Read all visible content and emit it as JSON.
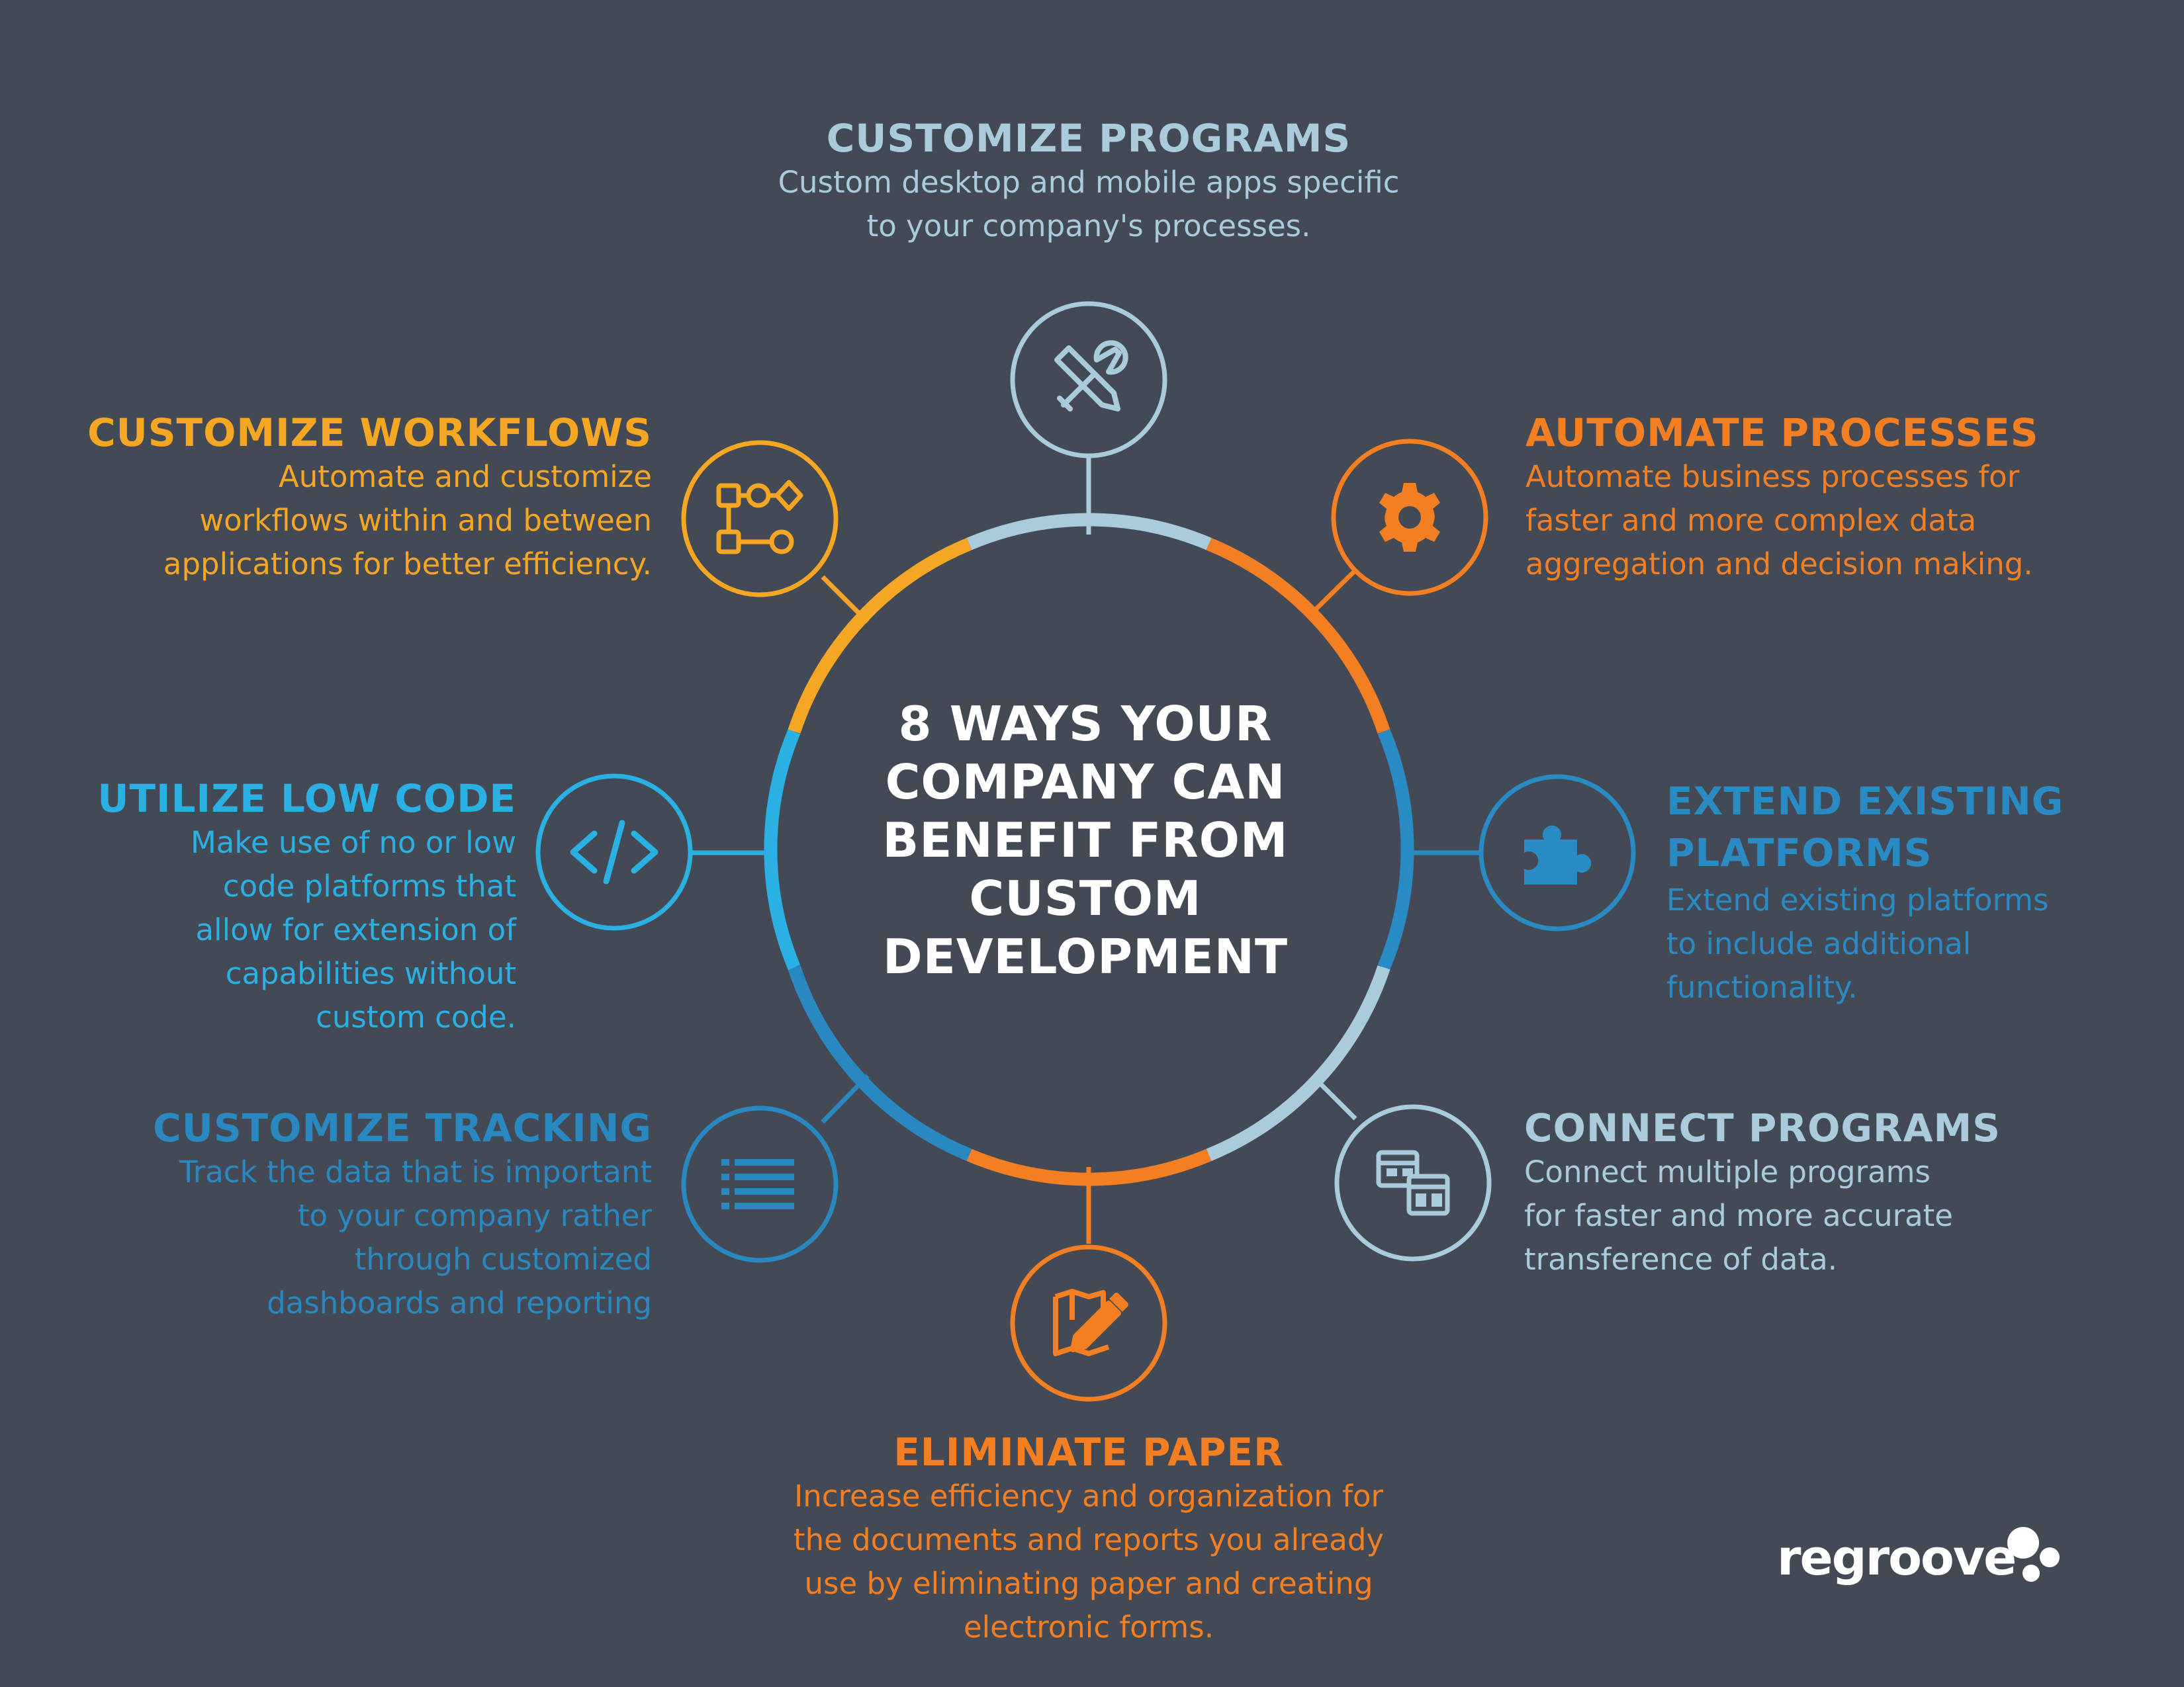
{
  "center_title": [
    "8 WAYS YOUR",
    "COMPANY CAN",
    "BENEFIT FROM",
    "CUSTOM",
    "DEVELOPMENT"
  ],
  "colors": {
    "background": "#434a55",
    "light_blue": "#a9cbdb",
    "orange": "#f47f22",
    "blue": "#2a8bc4",
    "cyan": "#2ab0e2",
    "yellow": "#f5a623",
    "dark_blue": "#2a88c0"
  },
  "items": {
    "customize_programs": {
      "title": "CUSTOMIZE PROGRAMS",
      "desc": [
        "Custom desktop and mobile apps specific",
        "to your company's processes."
      ],
      "icon": "wrench-screwdriver-icon"
    },
    "automate_processes": {
      "title": "AUTOMATE PROCESSES",
      "desc": [
        "Automate business processes for",
        "faster and more complex data",
        "aggregation and decision making."
      ],
      "icon": "gear-icon"
    },
    "extend_platforms": {
      "title": [
        "EXTEND EXISTING",
        "PLATFORMS"
      ],
      "desc": [
        "Extend existing platforms",
        "to include additional",
        "functionality."
      ],
      "icon": "puzzle-icon"
    },
    "connect_programs": {
      "title": "CONNECT PROGRAMS",
      "desc": [
        "Connect multiple programs",
        "for faster and more accurate",
        "transference of data."
      ],
      "icon": "connected-windows-icon"
    },
    "eliminate_paper": {
      "title": "ELIMINATE PAPER",
      "desc": [
        "Increase efficiency and organization for",
        "the documents and reports you already",
        "use by eliminating paper and creating",
        "electronic forms."
      ],
      "icon": "pencil-map-icon"
    },
    "customize_tracking": {
      "title": "CUSTOMIZE TRACKING",
      "desc": [
        "Track the data that is important",
        "to your company rather",
        "through customized",
        "dashboards and reporting"
      ],
      "icon": "list-icon"
    },
    "utilize_low_code": {
      "title": "UTILIZE LOW CODE",
      "desc": [
        "Make use of no or low",
        "code platforms that",
        "allow for extension of",
        "capabilities without",
        "custom code."
      ],
      "icon": "code-icon"
    },
    "customize_workflows": {
      "title": "CUSTOMIZE WORKFLOWS",
      "desc": [
        "Automate and customize",
        "workflows within and between",
        "applications for better efficiency."
      ],
      "icon": "workflow-icon"
    }
  },
  "logo": {
    "text": "regroove"
  }
}
